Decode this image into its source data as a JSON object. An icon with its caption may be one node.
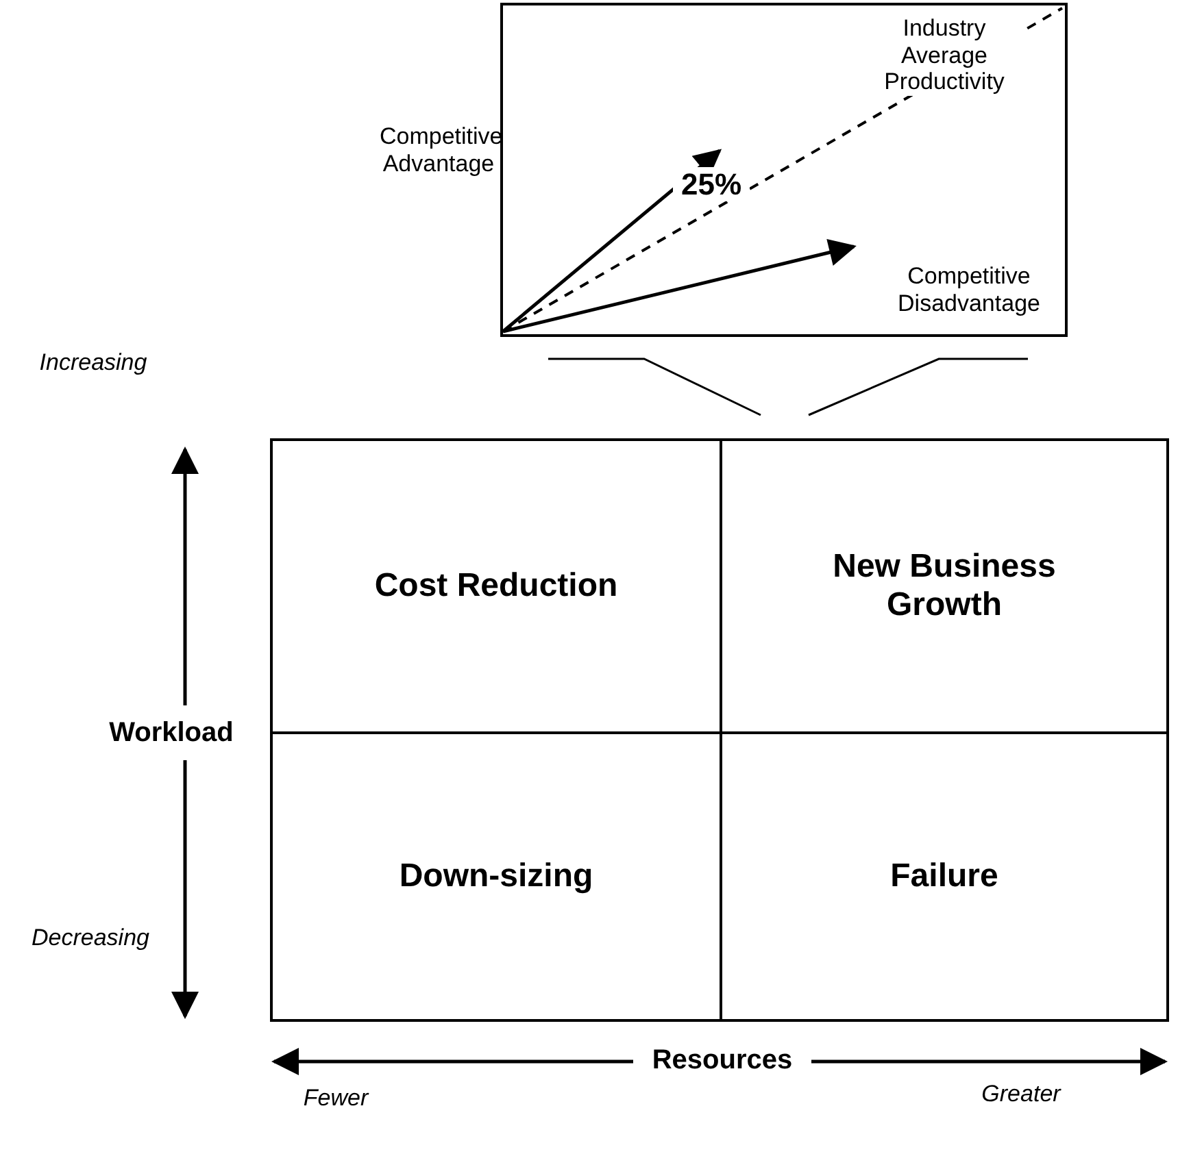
{
  "diagram": {
    "nodes": [
      {
        "text": [
          "Competitive Advantage",
          "25%",
          "Industry Average Productivity",
          "Competitive Disadvantage"
        ]
      },
      {
        "text": [
          "Cost Reduction"
        ]
      },
      {
        "text": [
          "New Business Growth"
        ]
      },
      {
        "text": [
          "Down-sizing"
        ]
      },
      {
        "text": [
          "Failure"
        ]
      }
    ],
    "edges": [],
    "labels": [
      "Increasing",
      "Workload",
      "Decreasing",
      "Resources",
      "Fewer",
      "Greater"
    ]
  }
}
